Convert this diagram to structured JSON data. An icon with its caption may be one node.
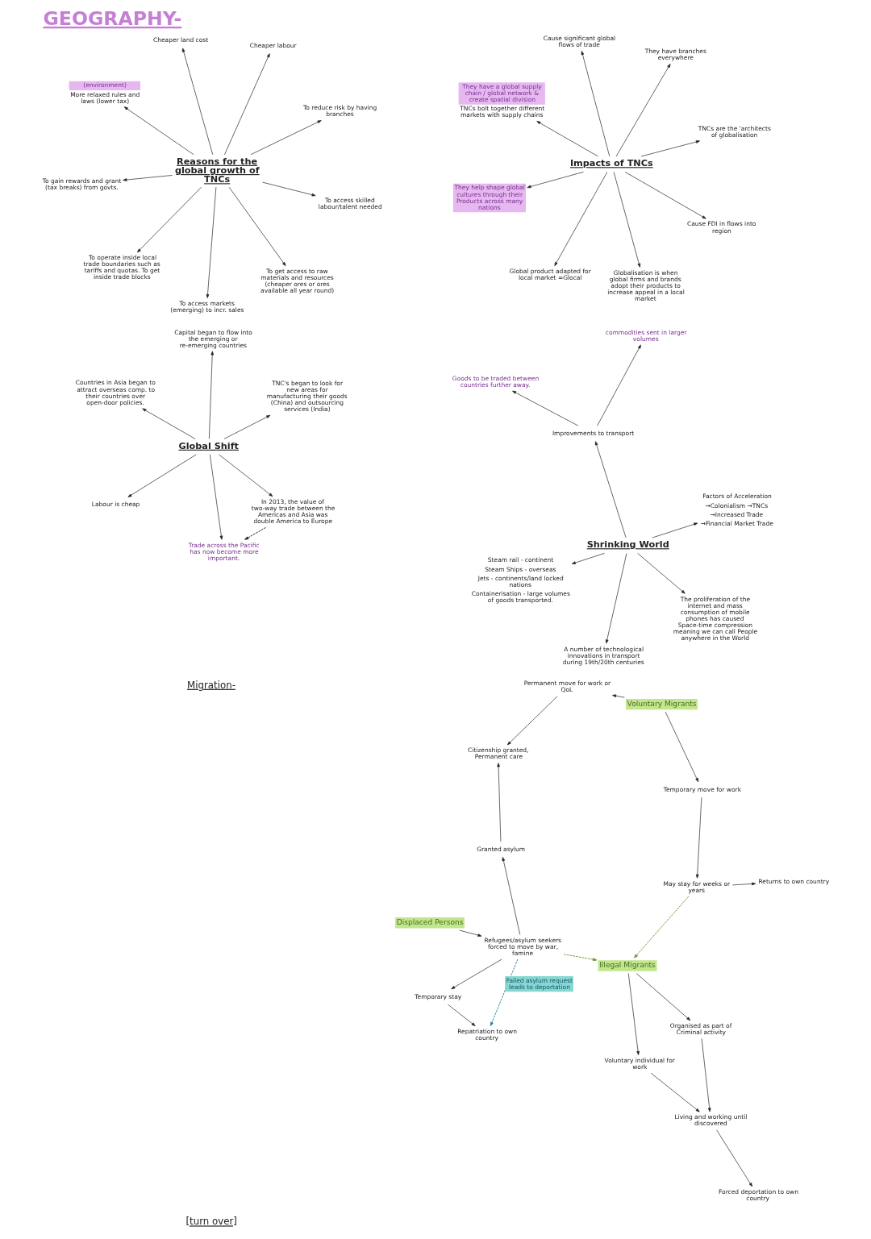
{
  "diagram": {
    "title": "GEOGRAPHY-",
    "nodes": [
      {
        "text": [
          "Reasons for the global growth of TNCs"
        ]
      },
      {
        "text": [
          "To reduce risk by having branches"
        ]
      },
      {
        "text": [
          "To access markets (emerging) to incr. sales"
        ]
      },
      {
        "text": [
          "(environment)",
          "More relaxed rules and laws (lower tax)"
        ]
      },
      {
        "text": [
          "Cheaper labour"
        ]
      },
      {
        "text": [
          "Cheaper land cost"
        ]
      },
      {
        "text": [
          "To gain rewards and grant (tax breaks) from govts."
        ]
      },
      {
        "text": [
          "To access skilled labour/talent needed"
        ]
      },
      {
        "text": [
          "To operate inside local trade boundaries such as tariffs and quotas. To get inside trade blocks"
        ]
      },
      {
        "text": [
          "To get access to raw materials and resources (cheaper ores or ores available all year round)"
        ]
      },
      {
        "text": [
          "Impacts of TNCs"
        ]
      },
      {
        "text": [
          "TNCs are the 'architects of globalisation"
        ]
      },
      {
        "text": [
          "Global product adapted for local market =Glocal"
        ]
      },
      {
        "text": [
          "They have a global supply chain / global network & create spatial division",
          "TNCs bolt together different markets with supply chains"
        ]
      },
      {
        "text": [
          "They have branches everywhere"
        ]
      },
      {
        "text": [
          "Cause significant global flows of trade"
        ]
      },
      {
        "text": [
          "They help shape global cultures through their Products across many nations"
        ]
      },
      {
        "text": [
          "Cause FDI in flows into region"
        ]
      },
      {
        "text": [
          "Globalisation is when global firms and brands adopt their products to increase appeal in a local market"
        ]
      },
      {
        "text": [
          "Global Shift"
        ]
      },
      {
        "text": [
          "In 2013, the value of two-way trade between the Americas and Asia was double America to Europe"
        ]
      },
      {
        "text": [
          "Trade across the Pacific has now become more important."
        ]
      },
      {
        "text": [
          "Countries in Asia began to attract overseas comp. to their countries over open-door policies."
        ]
      },
      {
        "text": [
          "TNC's began to look for new areas for manufacturing their goods (China) and outsourcing services (India)"
        ]
      },
      {
        "text": [
          "Capital began to flow into the emerging or re-emerging countries"
        ]
      },
      {
        "text": [
          "Labour is cheap"
        ]
      },
      {
        "text": [
          "Shrinking World"
        ]
      },
      {
        "text": [
          "Factors of Acceleration",
          "→Colonialism →TNCs",
          "→Increased Trade",
          "→Financial Market Trade"
        ]
      },
      {
        "text": [
          "A number of technological innovations in transport during 19th/20th centuries"
        ]
      },
      {
        "text": [
          "Improvements to transport"
        ]
      },
      {
        "text": [
          "commodities sent in larger volumes"
        ]
      },
      {
        "text": [
          "Goods to be traded between countries further away."
        ]
      },
      {
        "text": [
          "Steam rail - continent",
          "Steam Ships - overseas",
          "Jets - continents/land locked nations",
          "Containerisation - large volumes of goods transported."
        ]
      },
      {
        "text": [
          "The proliferation of the internet and mass consumption of mobile phones has caused Space-time compression meaning we can call People anywhere in the World"
        ]
      },
      {
        "text": [
          "Displaced Persons"
        ]
      },
      {
        "text": [
          "Voluntary Migrants"
        ]
      },
      {
        "text": [
          "Illegal Migrants"
        ]
      },
      {
        "text": [
          "Refugees/asylum seekers forced to move by war, famine"
        ]
      },
      {
        "text": [
          "Permanent move for work or QoL"
        ]
      },
      {
        "text": [
          "Temporary move for work"
        ]
      },
      {
        "text": [
          "Voluntary individual for work"
        ]
      },
      {
        "text": [
          "Organised as part of Criminal activity"
        ]
      },
      {
        "text": [
          "Temporary stay"
        ]
      },
      {
        "text": [
          "Granted asylum"
        ]
      },
      {
        "text": [
          "Repatriation to own country"
        ]
      },
      {
        "text": [
          "Citizenship granted, Permanent care"
        ]
      },
      {
        "text": [
          "May stay for weeks or years"
        ]
      },
      {
        "text": [
          "Returns to own country"
        ]
      },
      {
        "text": [
          "Living and working until discovered"
        ]
      },
      {
        "text": [
          "Forced deportation to own country"
        ]
      }
    ],
    "edges": [
      {
        "from": 0,
        "to": 1,
        "arrow": "to"
      },
      {
        "from": 0,
        "to": 2,
        "arrow": "to"
      },
      {
        "from": 0,
        "to": 3,
        "arrow": "to"
      },
      {
        "from": 0,
        "to": 4,
        "arrow": "to"
      },
      {
        "from": 0,
        "to": 5,
        "arrow": "to"
      },
      {
        "from": 0,
        "to": 6,
        "arrow": "to"
      },
      {
        "from": 0,
        "to": 7,
        "arrow": "to"
      },
      {
        "from": 0,
        "to": 8,
        "arrow": "to"
      },
      {
        "from": 0,
        "to": 9,
        "arrow": "to"
      },
      {
        "from": 10,
        "to": 11,
        "arrow": "to"
      },
      {
        "from": 10,
        "to": 12,
        "arrow": "to"
      },
      {
        "from": 10,
        "to": 13,
        "arrow": "to"
      },
      {
        "from": 10,
        "to": 14,
        "arrow": "to"
      },
      {
        "from": 10,
        "to": 15,
        "arrow": "to"
      },
      {
        "from": 10,
        "to": 16,
        "arrow": "to"
      },
      {
        "from": 10,
        "to": 17,
        "arrow": "to"
      },
      {
        "from": 10,
        "to": 18,
        "arrow": "to"
      },
      {
        "from": 19,
        "to": 20,
        "arrow": "to"
      },
      {
        "from": 20,
        "to": 21,
        "arrow": "to",
        "style": "dashed"
      },
      {
        "from": 19,
        "to": 21,
        "arrow": "to"
      },
      {
        "from": 19,
        "to": 22,
        "arrow": "to"
      },
      {
        "from": 19,
        "to": 23,
        "arrow": "to"
      },
      {
        "from": 19,
        "to": 24,
        "arrow": "to"
      },
      {
        "from": 19,
        "to": 25,
        "arrow": "to"
      },
      {
        "from": 26,
        "to": 27,
        "arrow": "to"
      },
      {
        "from": 26,
        "to": 28,
        "arrow": "to"
      },
      {
        "from": 26,
        "to": 29,
        "arrow": "to"
      },
      {
        "from": 29,
        "to": 30,
        "arrow": "to"
      },
      {
        "from": 29,
        "to": 31,
        "arrow": "to"
      },
      {
        "from": 26,
        "to": 32,
        "arrow": "to"
      },
      {
        "from": 26,
        "to": 33,
        "arrow": "to"
      },
      {
        "from": 34,
        "to": 37,
        "arrow": "to"
      },
      {
        "from": 37,
        "to": 36,
        "arrow": "to",
        "style": "dashed",
        "color": "#6b9a2e"
      },
      {
        "from": 35,
        "to": 38,
        "arrow": "to"
      },
      {
        "from": 35,
        "to": 39,
        "arrow": "to"
      },
      {
        "from": 36,
        "to": 40,
        "arrow": "to"
      },
      {
        "from": 36,
        "to": 41,
        "arrow": "to"
      },
      {
        "from": 37,
        "to": 42,
        "arrow": "to"
      },
      {
        "from": 37,
        "to": 43,
        "arrow": "to"
      },
      {
        "from": 37,
        "to": 44,
        "arrow": "to",
        "label": "Failed asylum request leads to deportation",
        "style": "dashed",
        "color": "#2a86a8"
      },
      {
        "from": 42,
        "to": 44,
        "arrow": "to"
      },
      {
        "from": 43,
        "to": 45,
        "arrow": "to"
      },
      {
        "from": 38,
        "to": 45,
        "arrow": "to"
      },
      {
        "from": 39,
        "to": 46,
        "arrow": "to"
      },
      {
        "from": 46,
        "to": 47,
        "arrow": "to"
      },
      {
        "from": 46,
        "to": 36,
        "arrow": "to",
        "style": "dashed",
        "color": "#6b9a2e"
      },
      {
        "from": 40,
        "to": 48,
        "arrow": "to"
      },
      {
        "from": 41,
        "to": 48,
        "arrow": "to"
      },
      {
        "from": 48,
        "to": 49,
        "arrow": "to"
      }
    ],
    "labels": [
      "Migration-",
      "[turn over]"
    ]
  }
}
